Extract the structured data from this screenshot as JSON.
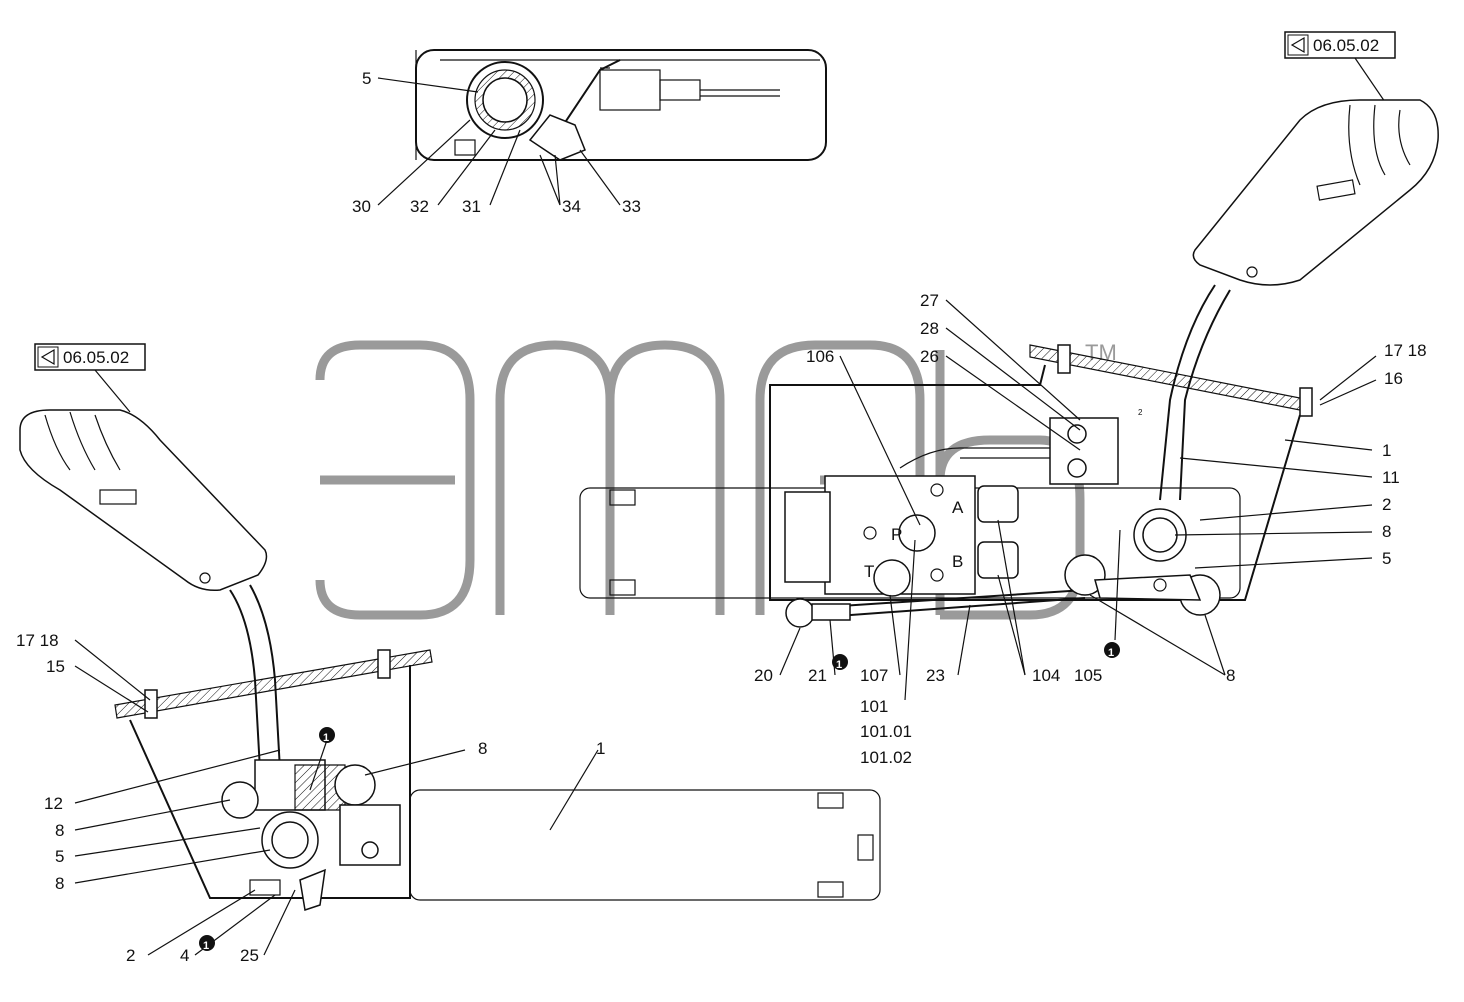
{
  "references": {
    "top_right": "06.05.02",
    "left": "06.05.02"
  },
  "watermark": {
    "trademark": "TM"
  },
  "port_letters": {
    "a": "A",
    "b": "B",
    "p": "P",
    "t": "T"
  },
  "dimension_mark": "2",
  "note_marker": "1",
  "labels": {
    "top_detail": {
      "l5": "5",
      "l30": "30",
      "l32": "32",
      "l31": "31",
      "l34": "34",
      "l33": "33"
    },
    "right_assembly": {
      "l27": "27",
      "l28": "28",
      "l26": "26",
      "l106": "106",
      "l17_18": "17  18",
      "l16": "16",
      "l1": "1",
      "l11": "11",
      "l2": "2",
      "l8a": "8",
      "l5": "5",
      "l8b": "8",
      "l20": "20",
      "l21": "21",
      "l107": "107",
      "l101": "101",
      "l101_01": "101.01",
      "l101_02": "101.02",
      "l23": "23",
      "l104": "104",
      "l105": "105"
    },
    "left_assembly": {
      "l17_18": "17  18",
      "l15": "15",
      "l12": "12",
      "l8a": "8",
      "l5": "5",
      "l8b": "8",
      "l8c": "8",
      "l1": "1",
      "l2": "2",
      "l4": "4",
      "l25": "25"
    }
  }
}
